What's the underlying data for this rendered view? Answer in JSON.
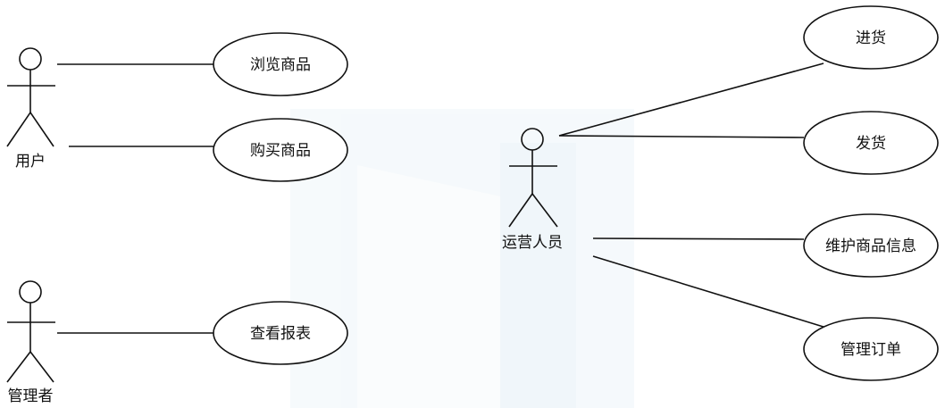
{
  "actors": {
    "user": "用户",
    "admin": "管理者",
    "operator": "运营人员"
  },
  "use_cases": {
    "browse": "浏览商品",
    "buy": "购买商品",
    "report": "查看报表",
    "stock_in": "进货",
    "ship": "发货",
    "maintain": "维护商品信息",
    "orders": "管理订单"
  },
  "watermark_color": "#e9f2f8"
}
